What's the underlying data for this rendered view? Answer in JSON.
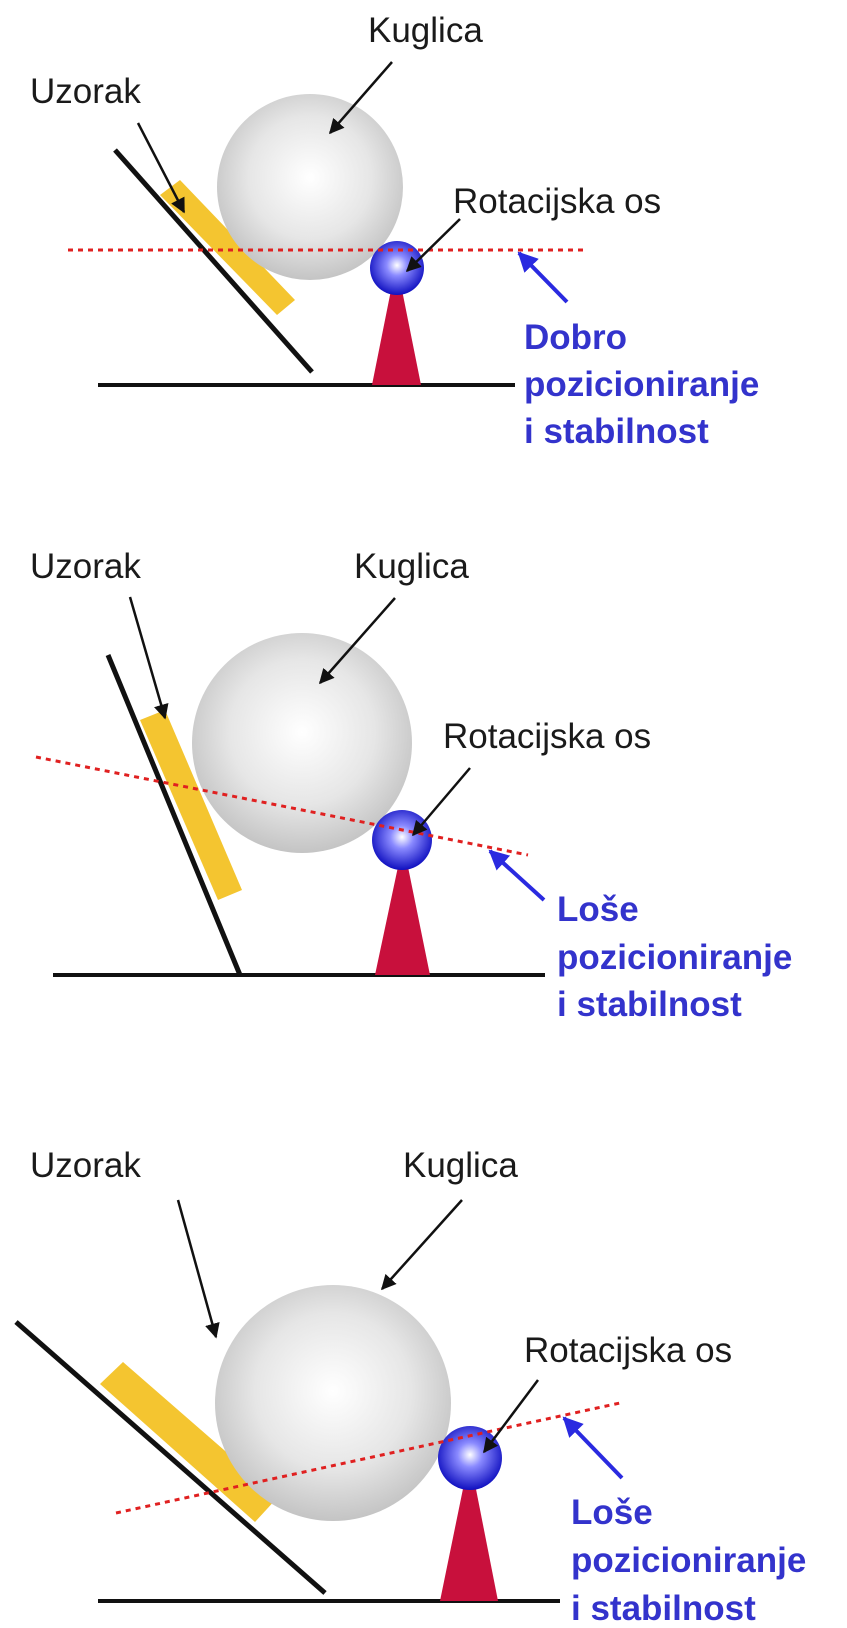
{
  "colors": {
    "line": "#111111",
    "sample": "#f4c530",
    "ball": "#d9d9d9",
    "axis_ball": "#3b3bd6",
    "stand": "#c8103c",
    "dashed_axis": "#e02020",
    "note_text": "#3333cc"
  },
  "panels": [
    {
      "sample_label": "Uzorak",
      "ball_label": "Kuglica",
      "axis_label": "Rotacijska os",
      "verdict": [
        "Dobro",
        "pozicioniranje",
        "i stabilnost"
      ]
    },
    {
      "sample_label": "Uzorak",
      "ball_label": "Kuglica",
      "axis_label": "Rotacijska os",
      "verdict": [
        "Loše",
        "pozicioniranje",
        "i stabilnost"
      ]
    },
    {
      "sample_label": "Uzorak",
      "ball_label": "Kuglica",
      "axis_label": "Rotacijska os",
      "verdict": [
        "Loše",
        "pozicioniranje",
        "i stabilnost"
      ]
    }
  ]
}
